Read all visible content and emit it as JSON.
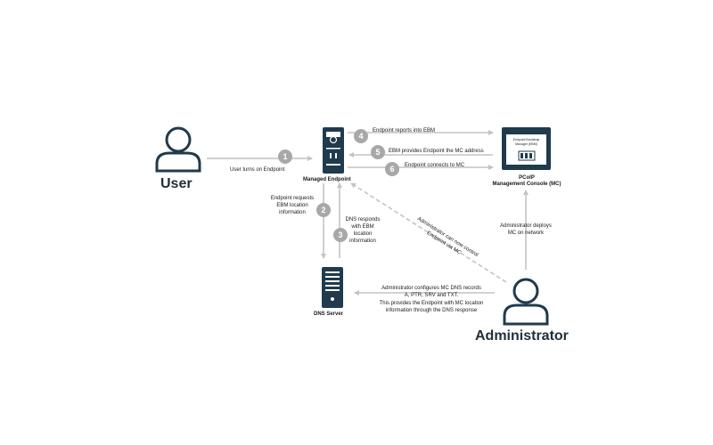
{
  "actors": {
    "user": "User",
    "administrator": "Administrator"
  },
  "nodes": {
    "managed_endpoint": "Managed Endpoint",
    "dns_server": "DNS Server",
    "mc_line1": "PCoIP",
    "mc_line2": "Management Console (MC)",
    "mc_screen_line1": "Endpoint Bootstrap",
    "mc_screen_line2": "Manager (EBM)"
  },
  "steps": [
    {
      "num": "1",
      "text": "User turns on Endpoint"
    },
    {
      "num": "2",
      "lines": [
        "Endpoint requests",
        "EBM location",
        "information"
      ]
    },
    {
      "num": "3",
      "lines": [
        "DNS responds",
        "with EBM",
        "location",
        "information"
      ]
    },
    {
      "num": "4",
      "text": "Endpoint reports into EBM"
    },
    {
      "num": "5",
      "text": "EBM provides Endpoint the MC address"
    },
    {
      "num": "6",
      "text": "Endpoint connects to MC"
    }
  ],
  "notes": {
    "admin_deploys": [
      "Administrator deploys",
      "MC on network"
    ],
    "admin_configures": [
      "Administrator configures MC DNS records",
      "A, PTR, SRV and TXT.",
      "This provides the Endpoint  with MC location",
      "information through the DNS response"
    ],
    "admin_control": [
      "Administrator can now control",
      "Endpoint via MC"
    ]
  },
  "colors": {
    "navy": "#1f3b4d",
    "arrow": "#c4c4c4",
    "badge": "#a8a8a8"
  }
}
